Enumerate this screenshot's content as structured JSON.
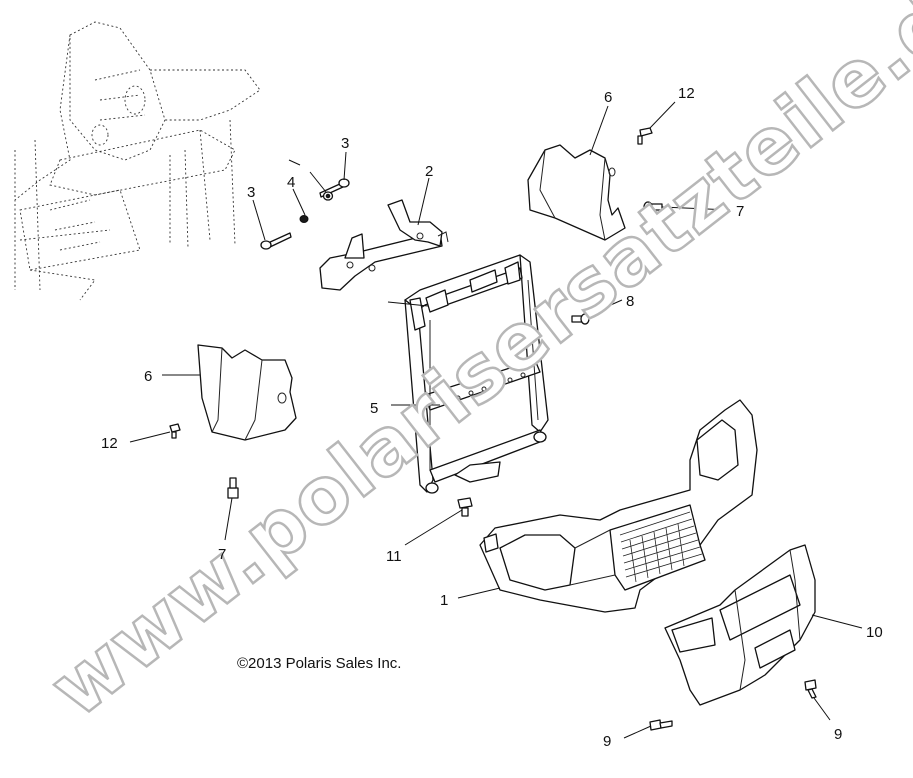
{
  "diagram": {
    "copyright": "©2013 Polaris Sales Inc.",
    "watermark": "www.polarisersatzteile.de",
    "callouts": [
      {
        "id": "1",
        "text": "1"
      },
      {
        "id": "2",
        "text": "2"
      },
      {
        "id": "3a",
        "text": "3"
      },
      {
        "id": "3b",
        "text": "3"
      },
      {
        "id": "4",
        "text": "4"
      },
      {
        "id": "5",
        "text": "5"
      },
      {
        "id": "6a",
        "text": "6"
      },
      {
        "id": "6b",
        "text": "6"
      },
      {
        "id": "7a",
        "text": "7"
      },
      {
        "id": "7b",
        "text": "7"
      },
      {
        "id": "8",
        "text": "8"
      },
      {
        "id": "9a",
        "text": "9"
      },
      {
        "id": "9b",
        "text": "9"
      },
      {
        "id": "10",
        "text": "10"
      },
      {
        "id": "11",
        "text": "11"
      },
      {
        "id": "12a",
        "text": "12"
      },
      {
        "id": "12b",
        "text": "12"
      }
    ]
  }
}
